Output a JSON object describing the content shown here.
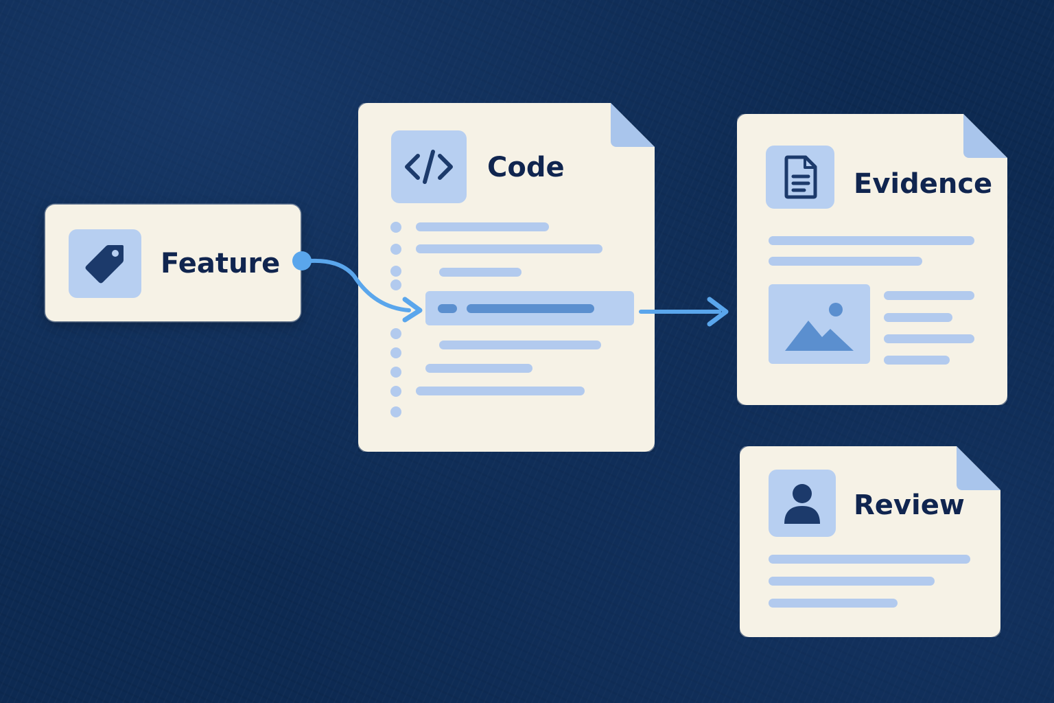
{
  "nodes": {
    "feature": {
      "title": "Feature",
      "icon": "tag-icon"
    },
    "code": {
      "title": "Code",
      "icon": "code-icon"
    },
    "evidence": {
      "title": "Evidence",
      "icon": "document-icon"
    },
    "review": {
      "title": "Review",
      "icon": "user-icon"
    }
  },
  "colors": {
    "background": "#0d2a52",
    "card": "#f6f2e6",
    "accent": "#5aa6ec",
    "placeholder": "#b2caee",
    "text": "#10254f"
  }
}
